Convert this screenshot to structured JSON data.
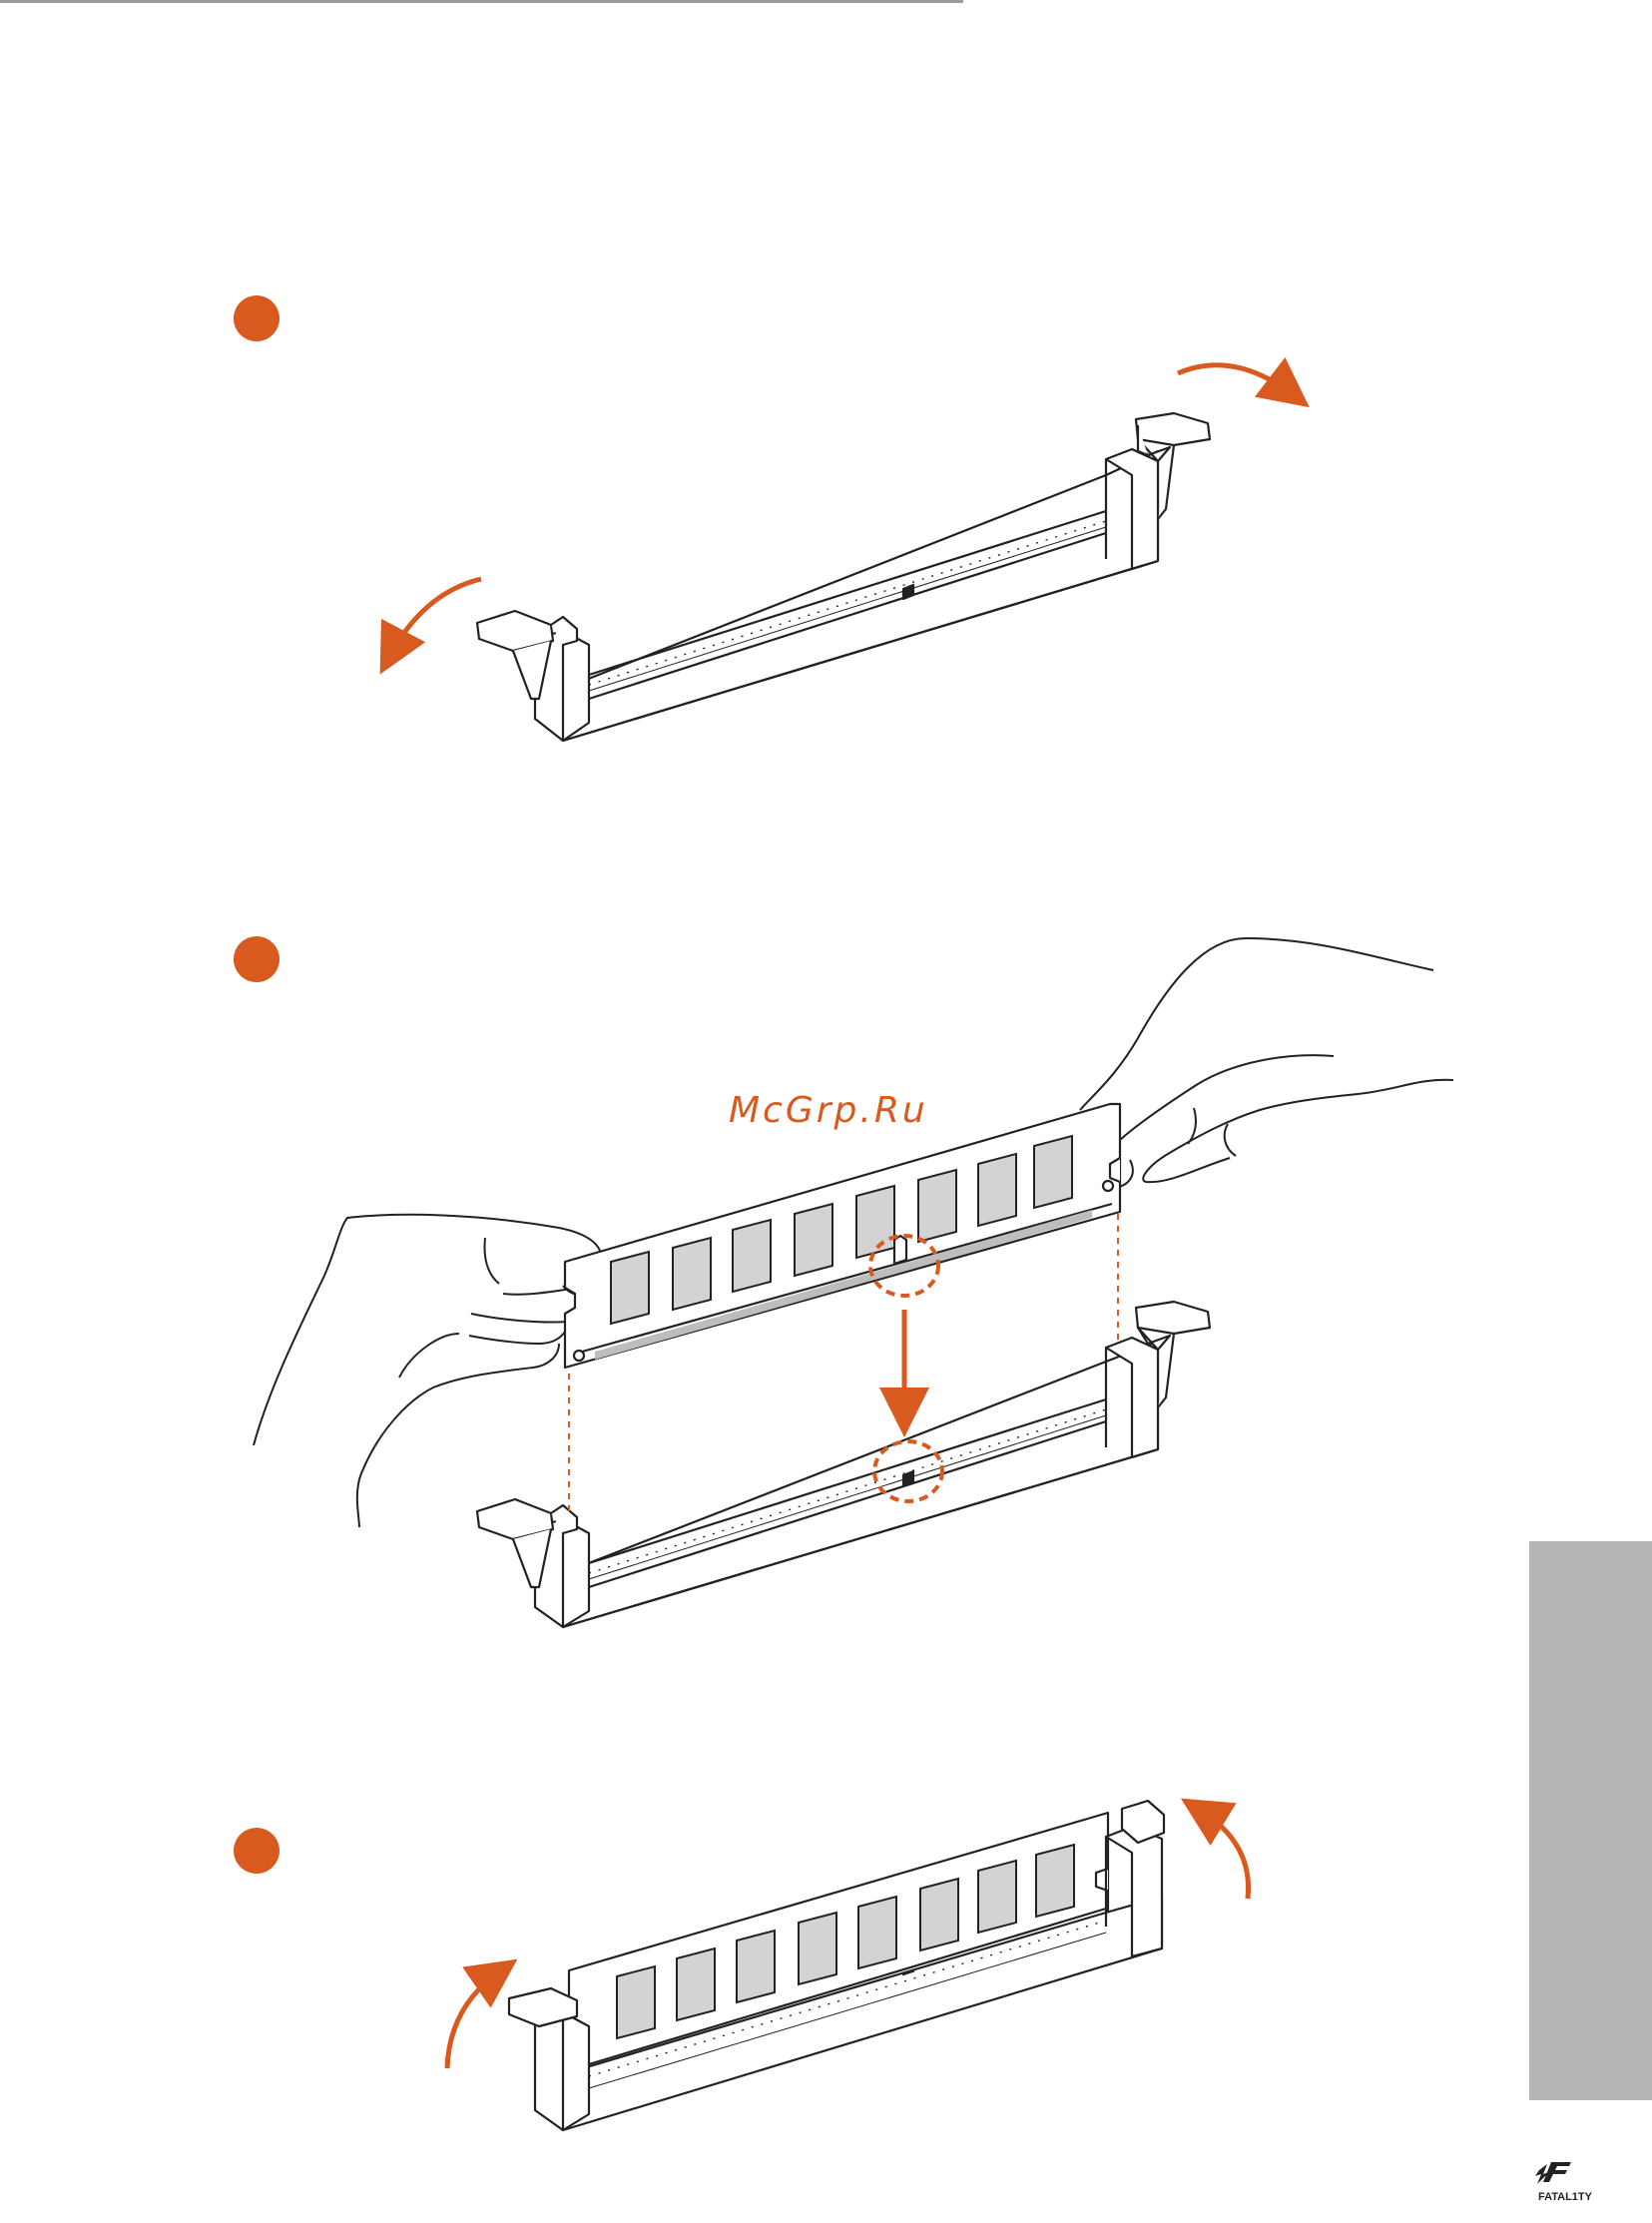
{
  "page": {
    "watermark": "McGrp.Ru",
    "brand_logo_text": "FATAL1TY"
  },
  "colors": {
    "accent": "#d85a1e",
    "line": "#222222",
    "side_tab": "#b5b5b5",
    "chip_fill": "#d3d3d3",
    "rule": "#9a9a9a"
  },
  "steps": [
    {
      "id": "step-1",
      "icon": "orange-circle",
      "illustration": "open-dimm-slot-latches"
    },
    {
      "id": "step-2",
      "icon": "orange-circle",
      "illustration": "align-dimm-notch-with-slot-break"
    },
    {
      "id": "step-3",
      "icon": "orange-circle",
      "illustration": "press-dimm-until-latches-close"
    }
  ]
}
